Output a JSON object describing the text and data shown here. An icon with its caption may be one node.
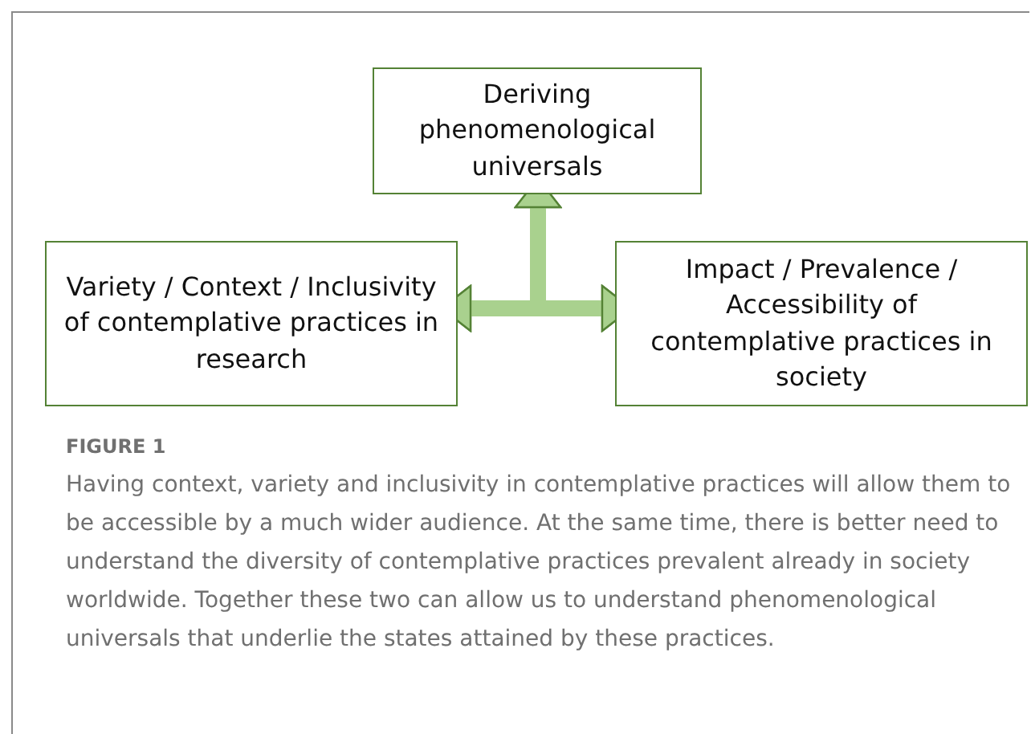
{
  "diagram": {
    "caption": "Having context, variety and inclusivity in contemplative practices will allow them to be accessible by a much wider audience. At the same time, there is better need to understand the diversity of contemplative practices prevalent already in society worldwide. Together these two can allow us to understand phenomenological universals that underlie the states attained by these practices.",
    "nodes": [
      {
        "text": [
          "Deriving phenomenological universals"
        ]
      },
      {
        "text": [
          "Variety / Context / Inclusivity of contemplative practices in research"
        ]
      },
      {
        "text": [
          "Impact / Prevalence / Accessibility of contemplative practices in society"
        ]
      }
    ],
    "edges": [
      {
        "from": 1,
        "to": 0,
        "arrow": "both"
      },
      {
        "from": 2,
        "to": 0,
        "arrow": "both"
      },
      {
        "from": 1,
        "to": 2,
        "arrow": "both"
      }
    ],
    "labels": [
      "FIGURE 1"
    ]
  }
}
